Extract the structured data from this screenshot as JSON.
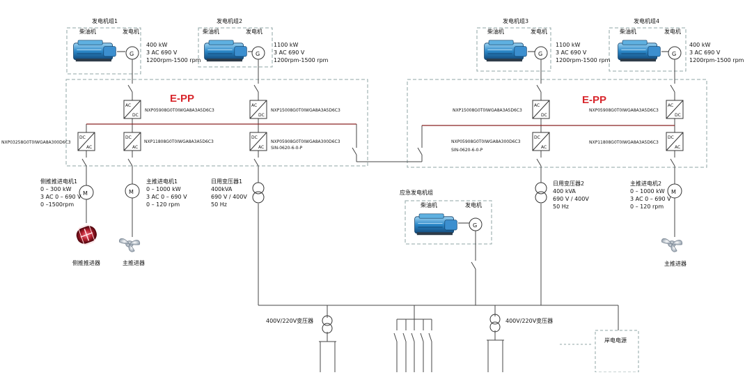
{
  "generator_sets": [
    {
      "title": "发电机组1",
      "engine_label": "柴油机",
      "gen_label": "发电机",
      "g_symbol": "G",
      "specs": [
        "400 kW",
        "3 AC 690 V",
        "1200rpm-1500 rpm"
      ]
    },
    {
      "title": "发电机组2",
      "engine_label": "柴油机",
      "gen_label": "发电机",
      "g_symbol": "G",
      "specs": [
        "1100 kW",
        "3 AC 690 V",
        "1200rpm-1500 rpm"
      ]
    },
    {
      "title": "发电机组3",
      "engine_label": "柴油机",
      "gen_label": "发电机",
      "g_symbol": "G",
      "specs": [
        "1100 kW",
        "3 AC 690 V",
        "1200rpm-1500 rpm"
      ]
    },
    {
      "title": "发电机组4",
      "engine_label": "柴油机",
      "gen_label": "发电机",
      "g_symbol": "G",
      "specs": [
        "400 kW",
        "3 AC 690 V",
        "1200rpm-1500 rpm"
      ]
    }
  ],
  "logo": {
    "text": "E-PP",
    "color": "#d8262c"
  },
  "converter_codes": {
    "gen1": "NXP05908G0T0IWGA8A3A5D6C3",
    "gen2": "NXP15008G0T0IWGA8A3A5D6C3",
    "gen3": "NXP15008G0T0IWGA8A3A5D6C3",
    "gen4": "NXP05908G0T0IWGA8A3A5D6C3",
    "side": "NXP03258G0T0IWGA8A300D6C3",
    "main1": "NXP11808G0T0IWGA8A3A5D6C3",
    "tr1_line1": "NXP05908G0T0IWGA8A300D6C3",
    "tr1_line2": "SIN-0620-6-0-P",
    "tr2_line1": "NXP05908G0T0IWGA8A300D6C3",
    "tr2_line2": "SIN-0620-6-0-P",
    "main2": "NXP11808G0T0IWGA8A3A5D6C3"
  },
  "converter_symbols": {
    "ac": "AC",
    "dc": "DC",
    "m": "M"
  },
  "side_motor": {
    "title": "侧推推进电机1",
    "specs": [
      "0 – 300 kW",
      "3 AC 0 – 690 V",
      "0 –1500rpm"
    ]
  },
  "main_motor1": {
    "title": "主推进电机1",
    "specs": [
      "0 – 1000 kW",
      "3 AC 0 – 690 V",
      "0 – 120 rpm"
    ]
  },
  "main_motor2": {
    "title": "主推进电机2",
    "specs": [
      "0 – 1000 kW",
      "3 AC 0 – 690 V",
      "0 – 120 rpm"
    ]
  },
  "transformer1": {
    "title": "日用变压器1",
    "specs": [
      "400kVA",
      "690 V / 400V",
      "50 Hz"
    ]
  },
  "transformer2": {
    "title": "日用变压器2",
    "specs": [
      "400 kVA",
      "690 V / 400V",
      "50 Hz"
    ]
  },
  "emergency": {
    "title": "应急发电机组",
    "engine_label": "柴油机",
    "gen_label": "发电机",
    "g_symbol": "G"
  },
  "thrusters": {
    "side": "侧推推进器",
    "main1": "主推进器",
    "main2": "主推进器"
  },
  "lv_transformer1": "400V/220V变压器",
  "lv_transformer2": "400V/220V变压器",
  "shore": "岸电电源",
  "colors": {
    "bus": "#8b2323",
    "line": "#444444",
    "dash": "#8fa5a5",
    "engine": "#1f7fc0",
    "thruster": "#b01c2b"
  }
}
